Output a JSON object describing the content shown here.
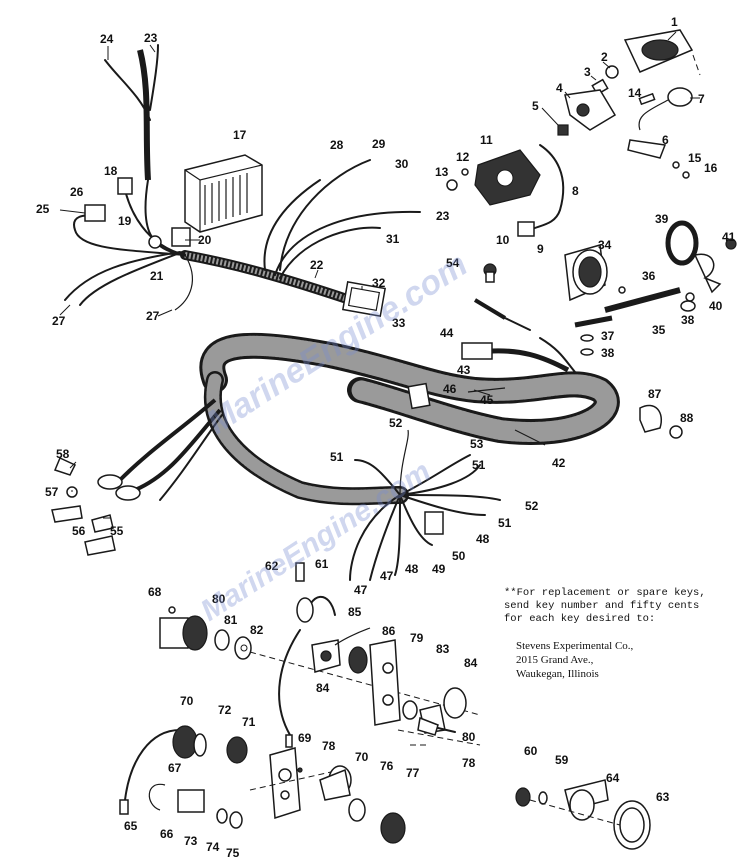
{
  "note": {
    "lines": [
      "**For replacement or spare keys,",
      "send key number and fifty cents",
      "for each key desired to:"
    ]
  },
  "address": {
    "lines": [
      "Stevens Experimental Co.,",
      "2015 Grand Ave.,",
      "Waukegan, Illinois"
    ]
  },
  "watermark": {
    "text_1": "MarineEngine.com",
    "text_2": "MarineEngine.com"
  },
  "callouts": [
    "1",
    "2",
    "3",
    "4",
    "5",
    "6",
    "7",
    "8",
    "9",
    "10",
    "11",
    "12",
    "13",
    "14",
    "15",
    "16",
    "17",
    "18",
    "19",
    "20",
    "21",
    "22",
    "23",
    "24",
    "25",
    "26",
    "27",
    "28",
    "29",
    "30",
    "31",
    "32",
    "33",
    "34",
    "35",
    "36",
    "37",
    "38",
    "39",
    "40",
    "41",
    "42",
    "43",
    "44",
    "45",
    "46",
    "47",
    "48",
    "49",
    "50",
    "51",
    "52",
    "53",
    "54",
    "55",
    "56",
    "57",
    "58",
    "59",
    "60",
    "61",
    "62",
    "63",
    "64",
    "65",
    "66",
    "67",
    "68",
    "69",
    "70",
    "71",
    "72",
    "73",
    "74",
    "75",
    "76",
    "77",
    "78",
    "79",
    "80",
    "81",
    "82",
    "83",
    "84",
    "85",
    "86",
    "87",
    "88"
  ],
  "colors": {
    "ink": "#1a1a1a",
    "watermark": "#8c9bd2",
    "background": "#ffffff"
  }
}
